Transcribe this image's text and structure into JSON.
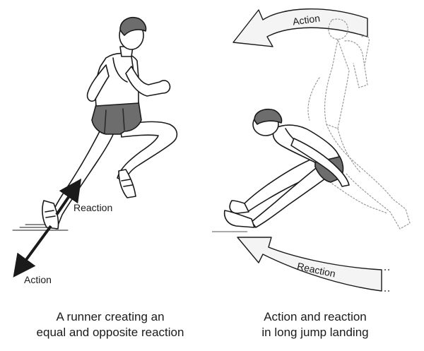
{
  "runner": {
    "reaction_label": "Reaction",
    "action_label": "Action",
    "caption_line1": "A runner creating an",
    "caption_line2": "equal and opposite reaction"
  },
  "long_jump": {
    "action_label": "Action",
    "reaction_label": "Reaction",
    "caption_line1": "Action and reaction",
    "caption_line2": "in long jump landing"
  },
  "colors": {
    "ink": "#1a1a1a",
    "shorts": "#6d6d6d",
    "arrow_fill": "#f4f4f4",
    "ghost": "#9a9a9a"
  },
  "icons": [
    "runner-figure",
    "long-jumper-figure",
    "ghost-jumper-figure",
    "force-arrow",
    "curved-arrow"
  ]
}
